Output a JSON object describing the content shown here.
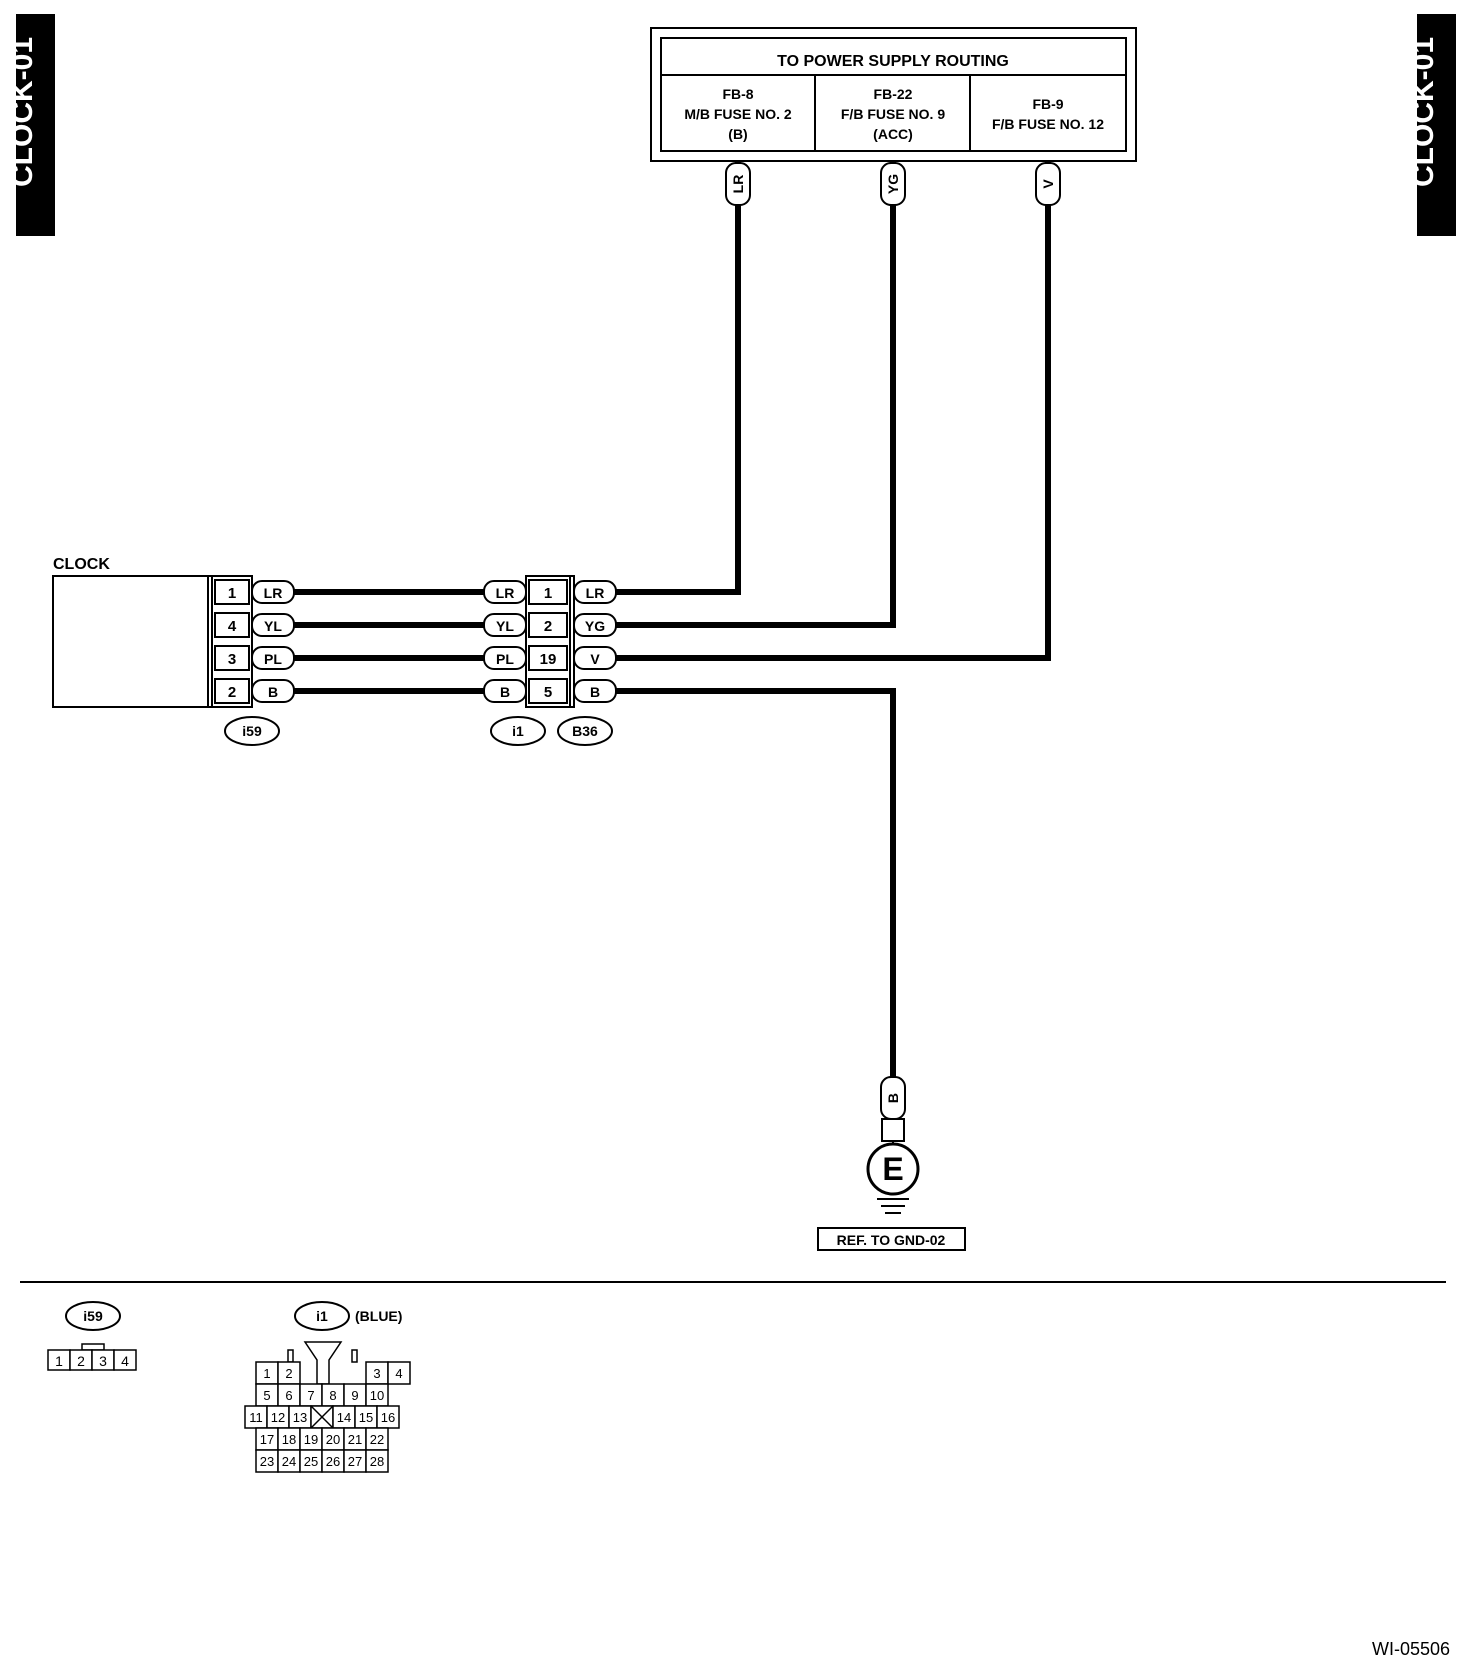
{
  "page": {
    "side_label_left": "CLOCK-01",
    "side_label_right": "CLOCK-01",
    "figure_id": "WI-05506"
  },
  "power_supply": {
    "title": "TO POWER SUPPLY ROUTING",
    "cells": [
      {
        "lines": [
          "FB-8",
          "M/B FUSE NO. 2",
          "(B)"
        ]
      },
      {
        "lines": [
          "FB-22",
          "F/B FUSE NO. 9",
          "(ACC)"
        ]
      },
      {
        "lines": [
          "FB-9",
          "F/B FUSE NO. 12"
        ]
      }
    ],
    "wire_tags": [
      "LR",
      "YG",
      "V"
    ]
  },
  "clock": {
    "label": "CLOCK",
    "pins": [
      "1",
      "4",
      "3",
      "2"
    ],
    "wires": [
      "LR",
      "YL",
      "PL",
      "B"
    ],
    "connector": "i59"
  },
  "junction": {
    "left_wires": [
      "LR",
      "YL",
      "PL",
      "B"
    ],
    "pins": [
      "1",
      "2",
      "19",
      "5"
    ],
    "right_wires": [
      "LR",
      "YG",
      "V",
      "B"
    ],
    "connector_left": "i1",
    "connector_right": "B36"
  },
  "ground": {
    "wire_tag": "B",
    "symbol": "E",
    "ref": "REF. TO GND-02"
  },
  "legend": {
    "i59": {
      "name": "i59",
      "pins": [
        "1",
        "2",
        "3",
        "4"
      ]
    },
    "i1": {
      "name": "i1",
      "color_note": "(BLUE)",
      "rows": [
        [
          "1",
          "2",
          "",
          "",
          "",
          "3",
          "4"
        ],
        [
          "5",
          "6",
          "7",
          "8",
          "9",
          "10"
        ],
        [
          "11",
          "12",
          "13",
          "X",
          "14",
          "15",
          "16"
        ],
        [
          "17",
          "18",
          "19",
          "20",
          "21",
          "22"
        ],
        [
          "23",
          "24",
          "25",
          "26",
          "27",
          "28"
        ]
      ]
    }
  }
}
